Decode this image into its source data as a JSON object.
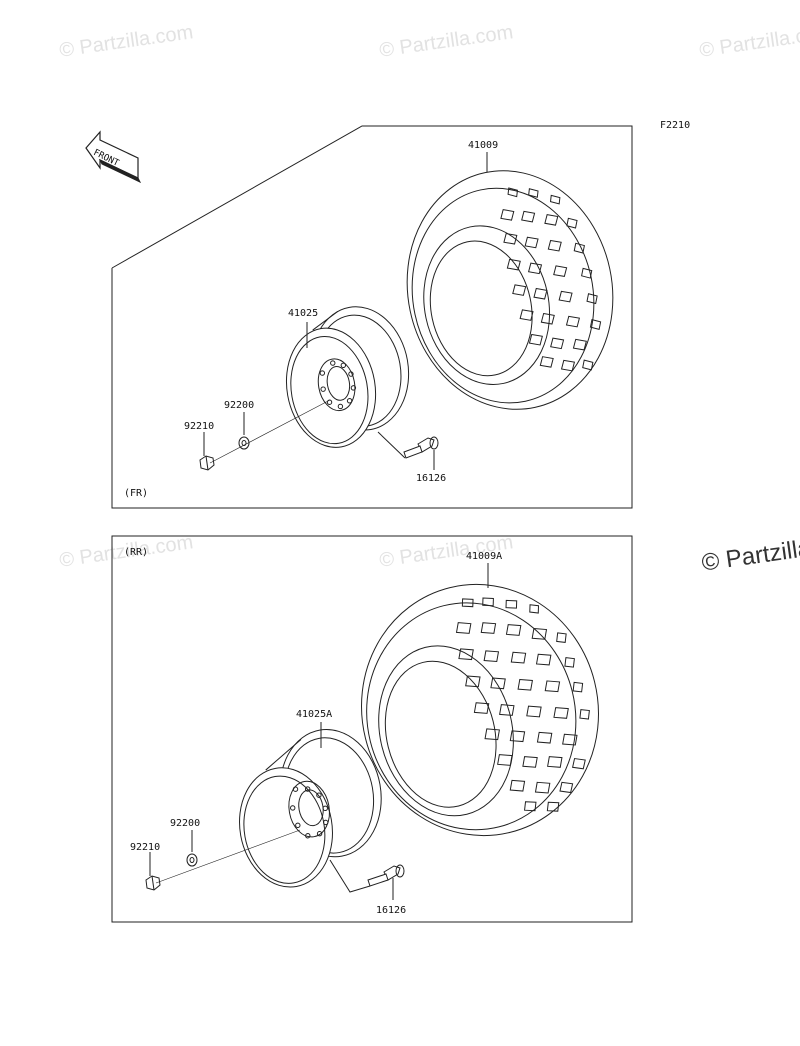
{
  "watermarks": {
    "text": "© Partzilla.com",
    "large_text": "© Partzilla"
  },
  "diagram": {
    "code": "F2210",
    "front_label": "FRONT"
  },
  "front_section": {
    "label": "(FR)",
    "parts": {
      "tire": "41009",
      "wheel": "41025",
      "washer": "92200",
      "nut": "92210",
      "valve": "16126"
    }
  },
  "rear_section": {
    "label": "(RR)",
    "parts": {
      "tire": "41009A",
      "wheel": "41025A",
      "washer": "92200",
      "nut": "92210",
      "valve": "16126"
    }
  }
}
